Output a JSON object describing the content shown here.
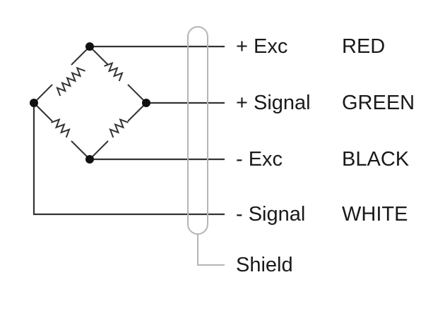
{
  "signals": [
    {
      "name": "+ Exc",
      "color": "RED"
    },
    {
      "name": "+ Signal",
      "color": "GREEN"
    },
    {
      "name": "- Exc",
      "color": "BLACK"
    },
    {
      "name": "- Signal",
      "color": "WHITE"
    }
  ],
  "shield": {
    "name": "Shield"
  },
  "colors": {
    "wire": "#333333",
    "shield": "#b5b5b5",
    "text": "#1a1a1a"
  }
}
